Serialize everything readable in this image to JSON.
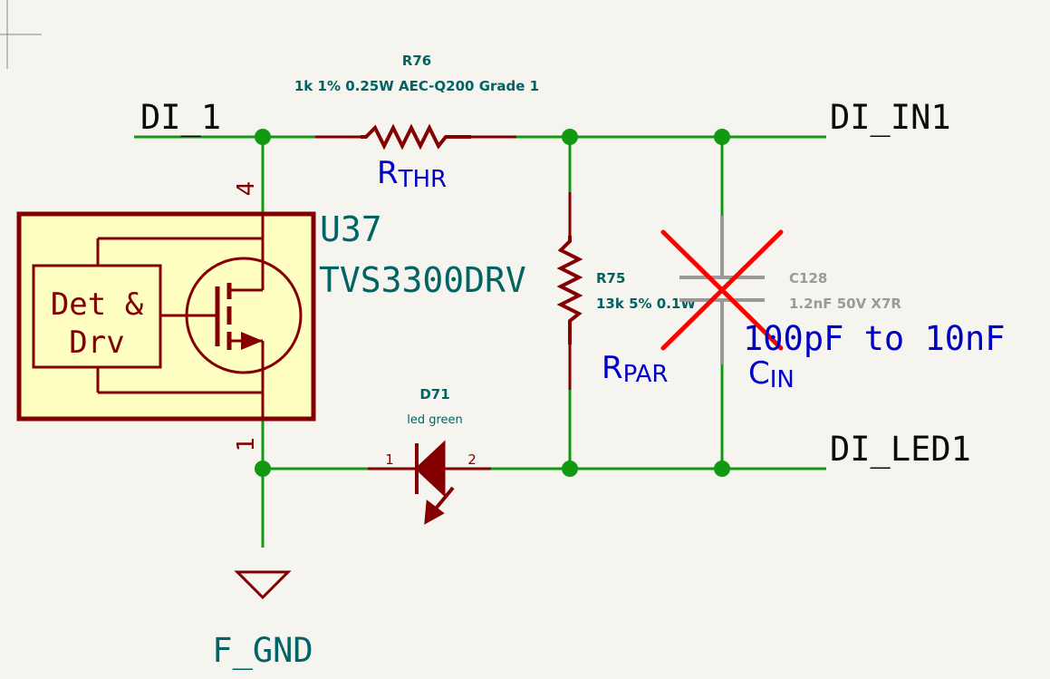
{
  "colors": {
    "background": "#f5f4ef",
    "wire": "#119911",
    "junction": "#119911",
    "component": "#840000",
    "component_fill": "#ffffc2",
    "net_label": "#0b0b0b",
    "ref_text": "#006464",
    "note_text": "#0000c4",
    "dnp_text": "#9a9a9a",
    "dnp_cross": "#ff0000"
  },
  "nets": {
    "di_1": "DI_1",
    "di_in1": "DI_IN1",
    "di_led1": "DI_LED1",
    "f_gnd": "F_GND"
  },
  "r76": {
    "ref": "R76",
    "value": "1k 1% 0.25W AEC-Q200 Grade 1"
  },
  "r75": {
    "ref": "R75",
    "value": "13k 5% 0.1W"
  },
  "c128": {
    "ref": "C128",
    "value": "1.2nF 50V X7R"
  },
  "d71": {
    "ref": "D71",
    "value": "led green",
    "pin1": "1",
    "pin2": "2"
  },
  "u37": {
    "ref": "U37",
    "value": "TVS3300DRV",
    "block": [
      "Det &",
      "Drv"
    ],
    "pin_top": "4",
    "pin_bottom": "1"
  },
  "notes": {
    "r_thr_main": "R",
    "r_thr_sub": "THR",
    "r_par_main": "R",
    "r_par_sub": "PAR",
    "c_in_main": "C",
    "c_in_sub": "IN",
    "cap_range": "100pF to 10nF"
  }
}
